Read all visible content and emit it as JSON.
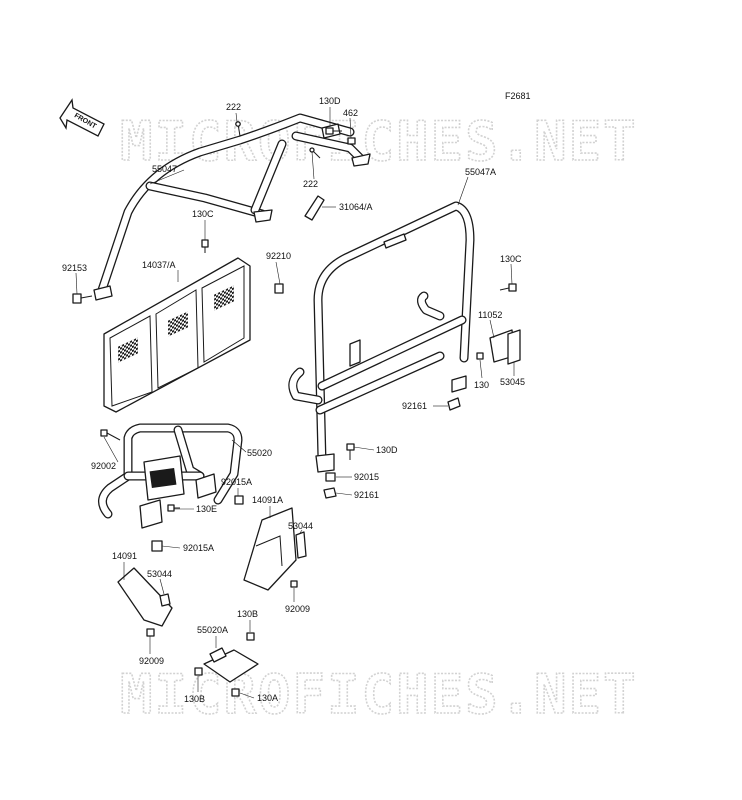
{
  "figure_code": "F2681",
  "front_arrow": {
    "label": "FRONT",
    "icon": "front-direction-arrow-icon"
  },
  "watermark": "MICROFICHES.NET",
  "parts": {
    "p222a": "222",
    "p130d_top": "130D",
    "p462": "462",
    "p55047": "55047",
    "p222b": "222",
    "p31064": "31064/A",
    "p55047a": "55047A",
    "p130c_left": "130C",
    "p92210": "92210",
    "p92153": "92153",
    "p14037": "14037/A",
    "p130c_right": "130C",
    "p11052": "11052",
    "p130": "130",
    "p53045": "53045",
    "p92161_top": "92161",
    "p92002": "92002",
    "p55020": "55020",
    "p130d_bottom": "130D",
    "p92015": "92015",
    "p92161_bottom": "92161",
    "p92015a_top": "92015A",
    "p130e": "130E",
    "p14091a": "14091A",
    "p53044_right": "53044",
    "p92015a_bottom": "92015A",
    "p92009_right": "92009",
    "p14091": "14091",
    "p53044_left": "53044",
    "p92009_left": "92009",
    "p130b_top": "130B",
    "p55020a": "55020A",
    "p130b_bottom": "130B",
    "p130a": "130A"
  }
}
